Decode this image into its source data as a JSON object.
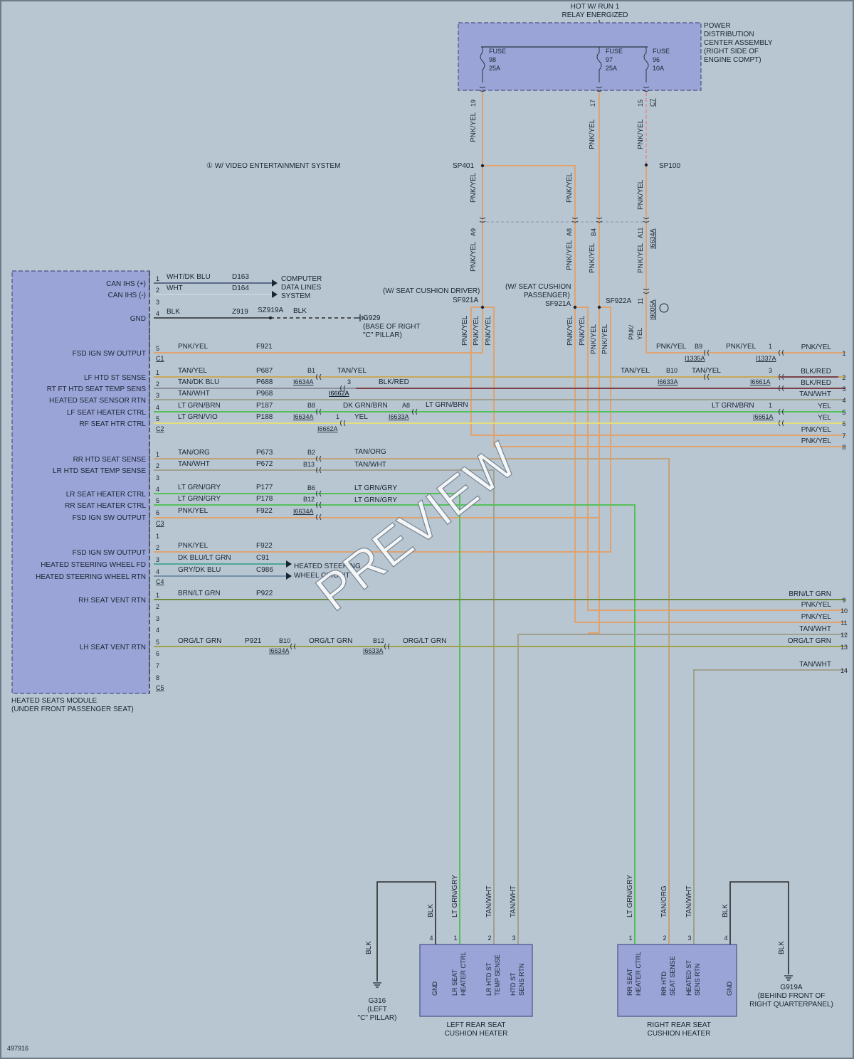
{
  "diagram_id": "497916",
  "watermark": "PREVIEW",
  "top_title": [
    "HOT W/ RUN 1",
    "RELAY ENERGIZED"
  ],
  "pdc": {
    "name": [
      "POWER",
      "DISTRIBUTION",
      "CENTER ASSEMBLY",
      "(RIGHT SIDE OF",
      "ENGINE COMPT)"
    ],
    "fuses": [
      {
        "lines": [
          "FUSE",
          "98",
          "25A"
        ],
        "pin": "19"
      },
      {
        "lines": [
          "FUSE",
          "97",
          "25A"
        ],
        "pin": "17"
      },
      {
        "lines": [
          "FUSE",
          "96",
          "10A"
        ],
        "pin": "15",
        "connector": "C7"
      }
    ]
  },
  "note_video": "① W/ VIDEO ENTERTAINMENT SYSTEM",
  "splices": [
    "SP401",
    "SP100",
    "SF921A",
    "SF922A"
  ],
  "notes": {
    "driver": "(W/ SEAT CUSHION DRIVER)",
    "passenger": [
      "(W/ SEAT CUSHION",
      "PASSENGER)"
    ]
  },
  "vertical_labels": [
    "PNK/YEL",
    "PNK/YEL",
    "PNK/YEL",
    "PNK/YEL",
    "PNK/YEL",
    "PNK/YEL",
    "B4",
    "A8",
    "A9",
    "A11",
    "I6634A",
    "11",
    "I9005A",
    "PNK/",
    "YEL"
  ],
  "module": {
    "name": [
      "HEATED SEATS MODULE",
      "(UNDER FRONT PASSENGER SEAT)"
    ],
    "connectors": [
      "C1",
      "C2",
      "C3",
      "C4",
      "C5"
    ]
  },
  "pins": [
    {
      "label": "CAN IHS (+)",
      "pin": "1",
      "color": "WHT/DK BLU",
      "circuit": "D163"
    },
    {
      "label": "CAN IHS (-)",
      "pin": "2",
      "color": "WHT",
      "circuit": "D164"
    },
    {
      "label": "",
      "pin": "3",
      "color": "",
      "circuit": ""
    },
    {
      "label": "GND",
      "pin": "4",
      "color": "BLK",
      "circuit": "Z919"
    },
    {
      "label": "FSD IGN SW OUTPUT",
      "pin": "5",
      "color": "PNK/YEL",
      "circuit": "F921"
    },
    {
      "label": "LF HTD ST SENSE",
      "pin": "1",
      "color": "TAN/YEL",
      "circuit": "P687"
    },
    {
      "label": "RT FT HTD SEAT TEMP SENS",
      "pin": "2",
      "color": "TAN/DK BLU",
      "circuit": "P688"
    },
    {
      "label": "HEATED SEAT SENSOR RTN",
      "pin": "3",
      "color": "TAN/WHT",
      "circuit": "P968"
    },
    {
      "label": "LF SEAT HEATER CTRL",
      "pin": "4",
      "color": "LT GRN/BRN",
      "circuit": "P187"
    },
    {
      "label": "RF SEAT HTR CTRL",
      "pin": "5",
      "color": "LT GRN/VIO",
      "circuit": "P188"
    },
    {
      "label": "RR HTD SEAT SENSE",
      "pin": "1",
      "color": "TAN/ORG",
      "circuit": "P673"
    },
    {
      "label": "LR HTD SEAT TEMP SENSE",
      "pin": "2",
      "color": "TAN/WHT",
      "circuit": "P672"
    },
    {
      "label": "",
      "pin": "3",
      "color": "",
      "circuit": ""
    },
    {
      "label": "LR SEAT HEATER CTRL",
      "pin": "4",
      "color": "LT GRN/GRY",
      "circuit": "P177"
    },
    {
      "label": "RR SEAT HEATER CTRL",
      "pin": "5",
      "color": "LT GRN/GRY",
      "circuit": "P178"
    },
    {
      "label": "FSD IGN SW OUTPUT",
      "pin": "6",
      "color": "PNK/YEL",
      "circuit": "F922"
    },
    {
      "label": "",
      "pin": "1",
      "color": "",
      "circuit": ""
    },
    {
      "label": "FSD IGN SW OUTPUT",
      "pin": "2",
      "color": "PNK/YEL",
      "circuit": "F922"
    },
    {
      "label": "HEATED STEERING WHEEL FD",
      "pin": "3",
      "color": "DK BLU/LT GRN",
      "circuit": "C91"
    },
    {
      "label": "HEATED STEERING WHEEL RTN",
      "pin": "4",
      "color": "GRY/DK BLU",
      "circuit": "C986"
    },
    {
      "label": "RH SEAT VENT RTN",
      "pin": "1",
      "color": "BRN/LT GRN",
      "circuit": "P922"
    },
    {
      "label": "",
      "pin": "2",
      "color": "",
      "circuit": ""
    },
    {
      "label": "",
      "pin": "3",
      "color": "",
      "circuit": ""
    },
    {
      "label": "",
      "pin": "4",
      "color": "",
      "circuit": ""
    },
    {
      "label": "LH SEAT VENT RTN",
      "pin": "5",
      "color": "ORG/LT GRN",
      "circuit": "P921"
    },
    {
      "label": "",
      "pin": "6",
      "color": "",
      "circuit": ""
    },
    {
      "label": "",
      "pin": "7",
      "color": "",
      "circuit": ""
    },
    {
      "label": "",
      "pin": "8",
      "color": "",
      "circuit": ""
    }
  ],
  "computer_data_lines": [
    "COMPUTER",
    "DATA LINES",
    "SYSTEM"
  ],
  "ground_splice": {
    "splice": "SZ919A",
    "color": "BLK"
  },
  "ground_g929": [
    "G929",
    "(BASE OF RIGHT",
    "\"C\" PILLAR)"
  ],
  "steering_wheel": [
    "HEATED STEERING",
    "WHEEL CIRCUIT"
  ],
  "inline_labels": [
    "B1",
    "B8",
    "B2",
    "B13",
    "B6",
    "B12",
    "B10",
    "B12",
    "B9",
    "B10",
    "1",
    "3",
    "3",
    "1",
    "A8",
    "1",
    "TAN/YEL",
    "BLK/RED",
    "DK GRN/BRN",
    "YEL",
    "LT GRN/BRN",
    "TAN/ORG",
    "TAN/WHT",
    "LT GRN/GRY",
    "LT GRN/GRY",
    "ORG/LT GRN",
    "ORG/LT GRN",
    "TAN/YEL",
    "TAN/YEL",
    "LT GRN/BRN",
    "PNK/YEL",
    "PNK/YEL",
    "P921",
    "B10",
    "B12"
  ],
  "connector_ids": [
    "I6634A",
    "I6662A",
    "I6634A",
    "I6662A",
    "I6633A",
    "I6662A",
    "I6634A",
    "I6634A",
    "I6633A",
    "I1335A",
    "I1337A",
    "I6633A",
    "I6661A",
    "I6661A"
  ],
  "right_terminals": [
    {
      "num": "1",
      "color": "PNK/YEL"
    },
    {
      "num": "2",
      "color": "BLK/RED"
    },
    {
      "num": "3",
      "color": "BLK/RED"
    },
    {
      "num": "4",
      "color": "TAN/WHT"
    },
    {
      "num": "5",
      "color": "YEL"
    },
    {
      "num": "6",
      "color": "YEL"
    },
    {
      "num": "7",
      "color": "PNK/YEL"
    },
    {
      "num": "8",
      "color": "PNK/YEL"
    },
    {
      "num": "9",
      "color": "BRN/LT GRN"
    },
    {
      "num": "10",
      "color": "PNK/YEL"
    },
    {
      "num": "11",
      "color": "PNK/YEL"
    },
    {
      "num": "12",
      "color": "TAN/WHT"
    },
    {
      "num": "13",
      "color": "ORG/LT GRN"
    },
    {
      "num": "14",
      "color": "TAN/WHT"
    }
  ],
  "left_heater": {
    "name": [
      "LEFT REAR SEAT",
      "CUSHION HEATER"
    ],
    "pins": [
      {
        "num": "4",
        "label": [
          "GND"
        ],
        "color": "BLK"
      },
      {
        "num": "1",
        "label": [
          "LR SEAT",
          "HEATER CTRL"
        ],
        "color": "LT GRN/GRY"
      },
      {
        "num": "2",
        "label": [
          "LR HTD ST",
          "TEMP SENSE"
        ],
        "color": "TAN/WHT"
      },
      {
        "num": "3",
        "label": [
          "HTD ST",
          "SENS RTN"
        ],
        "color": "TAN/WHT"
      }
    ],
    "ground": {
      "color": "BLK",
      "name": [
        "G316",
        "(LEFT",
        "\"C\" PILLAR)"
      ]
    }
  },
  "right_heater": {
    "name": [
      "RIGHT REAR SEAT",
      "CUSHION HEATER"
    ],
    "pins": [
      {
        "num": "1",
        "label": [
          "RR SEAT",
          "HEATER CTRL"
        ],
        "color": "LT GRN/GRY"
      },
      {
        "num": "2",
        "label": [
          "RR HTD",
          "SEAT SENSE"
        ],
        "color": "TAN/ORG"
      },
      {
        "num": "3",
        "label": [
          "HEATED ST",
          "SENS RTN"
        ],
        "color": "TAN/WHT"
      },
      {
        "num": "4",
        "label": [
          "GND"
        ],
        "color": "BLK"
      }
    ],
    "ground": {
      "color": "BLK",
      "name": [
        "G919A",
        "(BEHIND FRONT OF",
        "RIGHT QUARTERPANEL)"
      ]
    }
  },
  "colors": {
    "background": "#b7c6d1",
    "module_fill": "#9aa4d6",
    "module_stroke": "#4b4f88",
    "pnk_yel": "#e0a36f",
    "tan": "#c2a37a",
    "tan_wht": "#a0a090",
    "green": "#54c05a",
    "teal": "#2e9a82",
    "yellow": "#e3e07c",
    "blk_red": "#7a4048",
    "orange_green": "#a4a04a",
    "data_line": "#3c4d6a",
    "black": "#2a2a2a"
  }
}
